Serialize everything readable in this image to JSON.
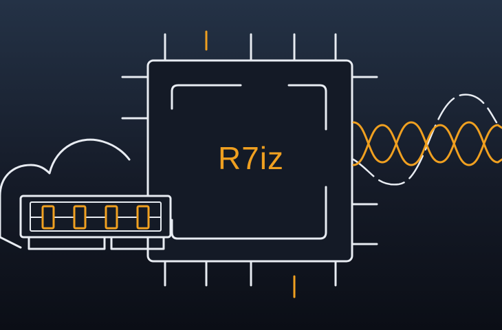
{
  "chip": {
    "label": "R7iz"
  },
  "colors": {
    "background_top": "#243246",
    "background_bottom": "#0b0e16",
    "line": "#e8ecf2",
    "accent": "#f0a020"
  },
  "icons": {
    "cloud": "cloud-outline",
    "memory_module": "ram-stick",
    "processor": "cpu-chip",
    "signal": "sine-wave"
  }
}
